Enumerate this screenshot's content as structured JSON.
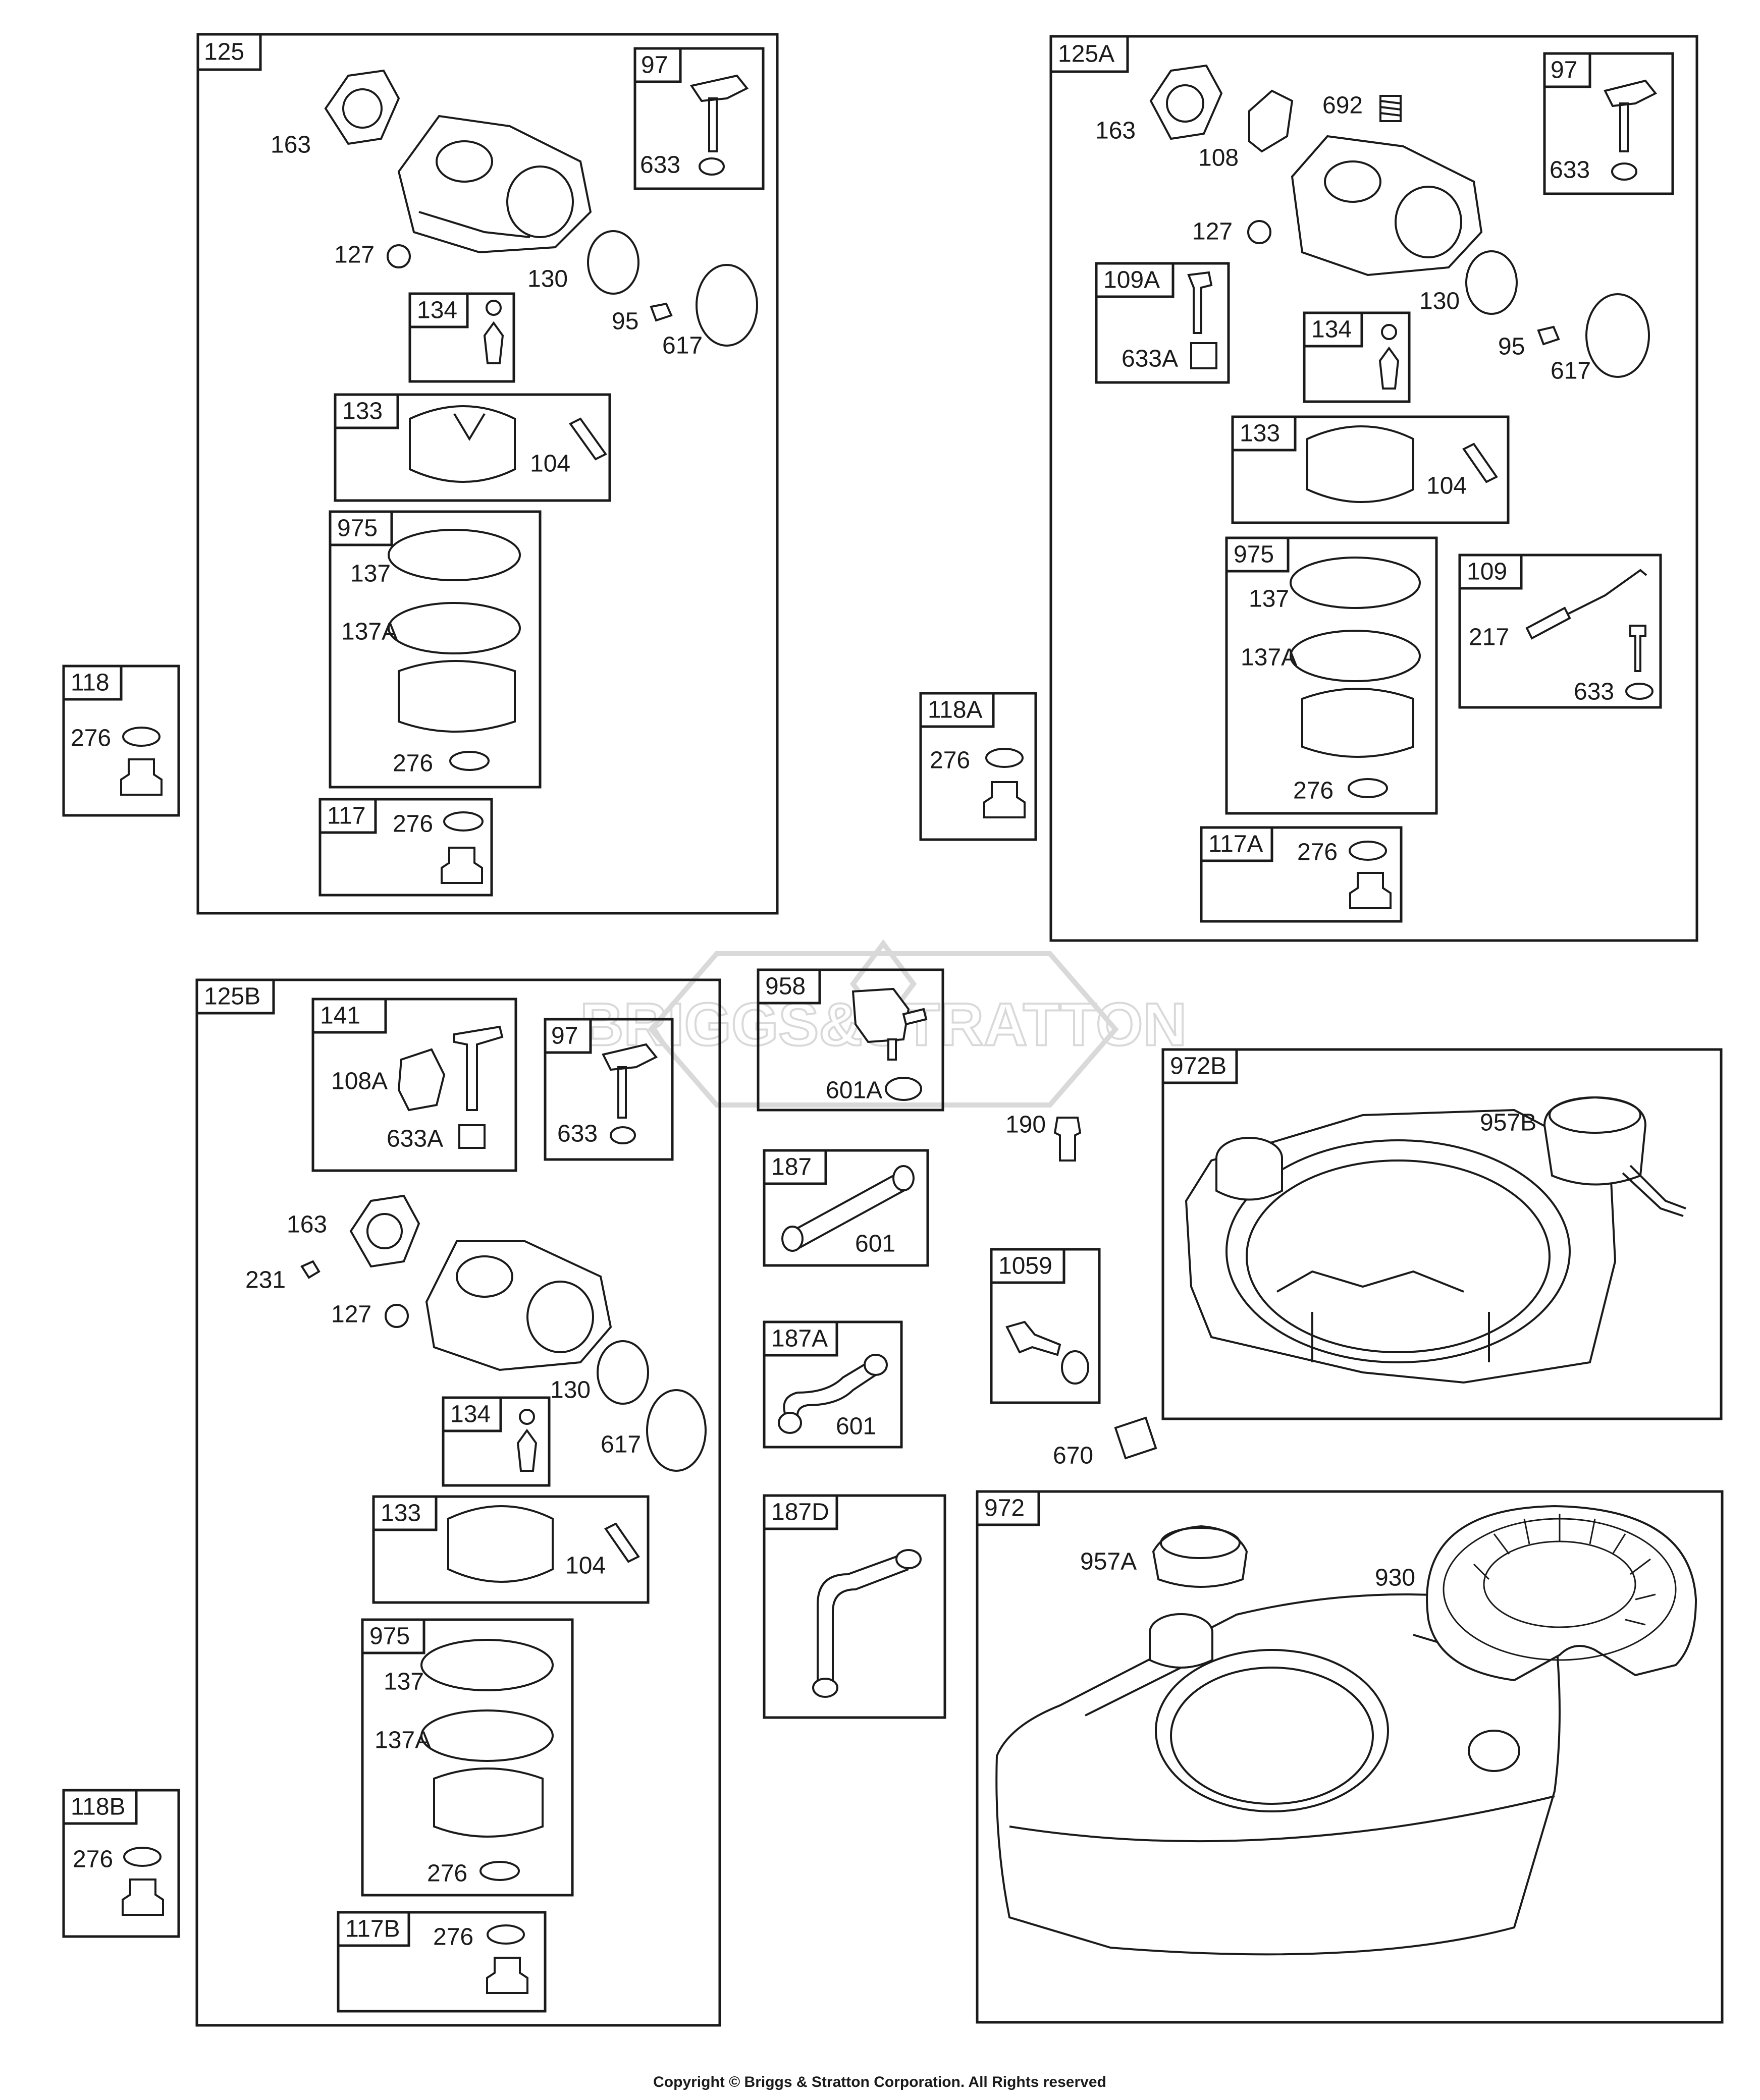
{
  "copyright": "Copyright © Briggs & Stratton Corporation. All Rights reserved",
  "watermark": "BRIGGS&STRATTON",
  "groups": [
    {
      "id": "125",
      "parts": [
        "163",
        "127",
        "130",
        "95",
        "617"
      ],
      "subgroups": [
        {
          "id": "97",
          "parts": [
            "633"
          ]
        },
        {
          "id": "134",
          "parts": []
        },
        {
          "id": "133",
          "parts": [
            "104"
          ]
        },
        {
          "id": "975",
          "parts": [
            "137",
            "137A",
            "276"
          ]
        },
        {
          "id": "117",
          "parts": [
            "276"
          ]
        }
      ]
    },
    {
      "id": "125A",
      "parts": [
        "163",
        "108",
        "692",
        "127",
        "130",
        "95",
        "617"
      ],
      "subgroups": [
        {
          "id": "97",
          "parts": [
            "633"
          ]
        },
        {
          "id": "109A",
          "parts": [
            "633A"
          ]
        },
        {
          "id": "134",
          "parts": []
        },
        {
          "id": "133",
          "parts": [
            "104"
          ]
        },
        {
          "id": "975",
          "parts": [
            "137",
            "137A",
            "276"
          ]
        },
        {
          "id": "109",
          "parts": [
            "217",
            "633"
          ]
        },
        {
          "id": "117A",
          "parts": [
            "276"
          ]
        }
      ]
    },
    {
      "id": "125B",
      "parts": [
        "163",
        "231",
        "127",
        "130",
        "617"
      ],
      "subgroups": [
        {
          "id": "141",
          "parts": [
            "108A",
            "633A"
          ]
        },
        {
          "id": "97",
          "parts": [
            "633"
          ]
        },
        {
          "id": "134",
          "parts": []
        },
        {
          "id": "133",
          "parts": [
            "104"
          ]
        },
        {
          "id": "975",
          "parts": [
            "137",
            "137A",
            "276"
          ]
        },
        {
          "id": "117B",
          "parts": [
            "276"
          ]
        }
      ]
    },
    {
      "id": "118",
      "parts": [
        "276"
      ]
    },
    {
      "id": "118A",
      "parts": [
        "276"
      ]
    },
    {
      "id": "118B",
      "parts": [
        "276"
      ]
    },
    {
      "id": "958",
      "parts": [
        "601A"
      ]
    },
    {
      "id": "187",
      "parts": [
        "601"
      ]
    },
    {
      "id": "187A",
      "parts": [
        "601"
      ]
    },
    {
      "id": "187D",
      "parts": []
    },
    {
      "id": "1059",
      "parts": []
    },
    {
      "id": "972B",
      "parts": [
        "957B"
      ]
    },
    {
      "id": "972",
      "parts": [
        "957A",
        "930"
      ]
    }
  ],
  "loose_parts": [
    "190",
    "670"
  ]
}
